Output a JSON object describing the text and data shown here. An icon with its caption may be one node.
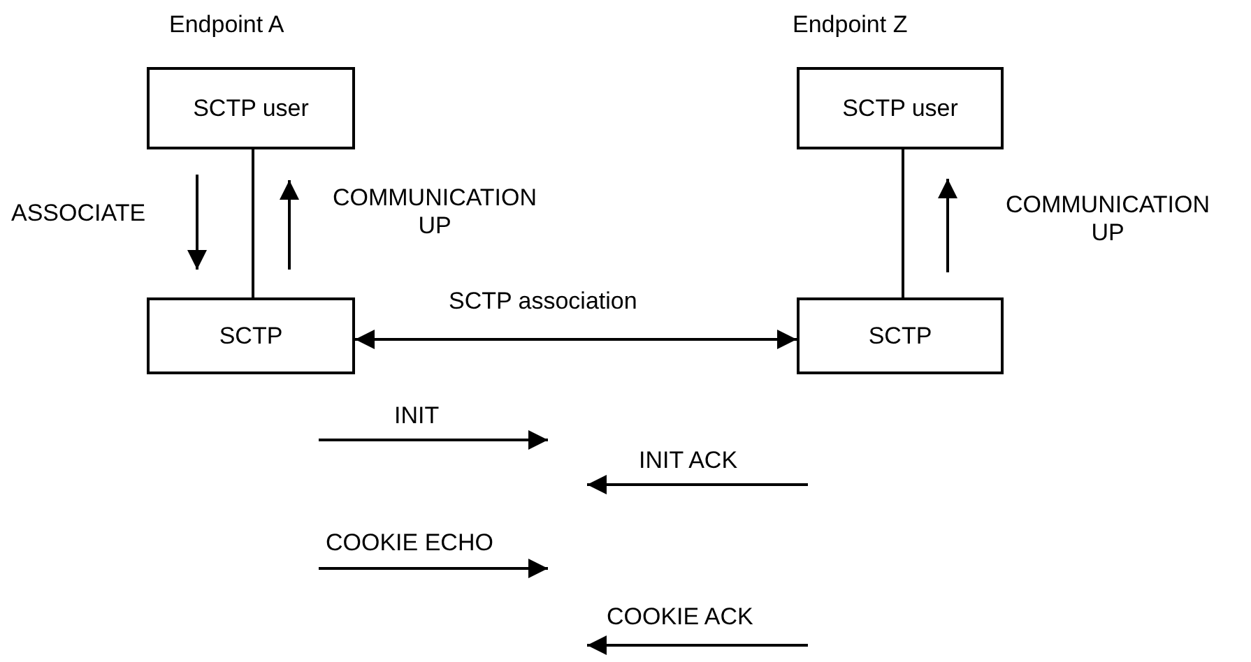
{
  "diagram": {
    "nodes": [
      {
        "text": [
          "SCTP user"
        ],
        "beside": [
          "Endpoint A"
        ]
      },
      {
        "text": [
          "SCTP"
        ]
      },
      {
        "text": [
          "SCTP user"
        ],
        "beside": [
          "Endpoint Z"
        ]
      },
      {
        "text": [
          "SCTP"
        ]
      }
    ],
    "edges": [
      {
        "from": 0,
        "to": 1,
        "arrow": "none"
      },
      {
        "from": 0,
        "to": 1,
        "arrow": "to",
        "label": "ASSOCIATE"
      },
      {
        "from": 1,
        "to": 0,
        "arrow": "to",
        "label": "COMMUNICATION UP"
      },
      {
        "from": 2,
        "to": 3,
        "arrow": "none"
      },
      {
        "from": 3,
        "to": 2,
        "arrow": "to",
        "label": "COMMUNICATION UP"
      },
      {
        "from": 1,
        "to": 3,
        "arrow": "both",
        "label": "SCTP association"
      }
    ],
    "labels": [
      "INIT",
      "INIT ACK",
      "COOKIE ECHO",
      "COOKIE ACK"
    ]
  }
}
